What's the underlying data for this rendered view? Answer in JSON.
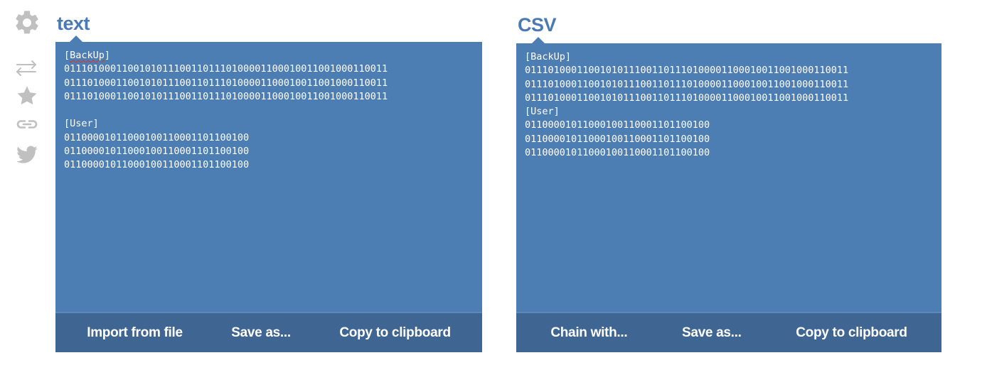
{
  "sidebar": {
    "items": [
      {
        "icon": "gear-icon",
        "name": "settings"
      },
      {
        "icon": "exchange-arrows-icon",
        "name": "convert"
      },
      {
        "icon": "star-icon",
        "name": "favorite"
      },
      {
        "icon": "link-icon",
        "name": "permalink"
      },
      {
        "icon": "twitter-bird-icon",
        "name": "twitter-share"
      }
    ],
    "color": "#c0c0c0"
  },
  "colors": {
    "panel_body": "#4d7eb3",
    "panel_footer": "#3f6593",
    "title": "#4a7ab5",
    "text": "#ffffff",
    "spellcheck_underline": "#e03020"
  },
  "panels": [
    {
      "id": "text",
      "title": "text",
      "content": {
        "sections": [
          {
            "header": "[BackUp]",
            "header_misspelled_word": "BackUp",
            "header_has_spellcheck_underline": true,
            "lines": [
              "01110100011001010111001101110100001100010011001000110011",
              "01110100011001010111001101110100001100010011001000110011",
              "01110100011001010111001101110100001100010011001000110011"
            ]
          },
          {
            "blank_line_before": true,
            "header": "[User]",
            "header_has_spellcheck_underline": false,
            "lines": [
              "01100001011000100110001101100100",
              "01100001011000100110001101100100",
              "01100001011000100110001101100100"
            ]
          }
        ]
      },
      "footer": {
        "buttons": [
          "Import from file",
          "Save as...",
          "Copy to clipboard"
        ]
      }
    },
    {
      "id": "csv",
      "title": "CSV",
      "content": {
        "sections": [
          {
            "header": "[BackUp]",
            "header_has_spellcheck_underline": false,
            "lines": [
              "01110100011001010111001101110100001100010011001000110011",
              "01110100011001010111001101110100001100010011001000110011",
              "01110100011001010111001101110100001100010011001000110011"
            ]
          },
          {
            "blank_line_before": false,
            "header": "[User]",
            "header_has_spellcheck_underline": false,
            "lines": [
              "01100001011000100110001101100100",
              "01100001011000100110001101100100",
              "01100001011000100110001101100100"
            ]
          }
        ]
      },
      "footer": {
        "buttons": [
          "Chain with...",
          "Save as...",
          "Copy to clipboard"
        ]
      }
    }
  ]
}
